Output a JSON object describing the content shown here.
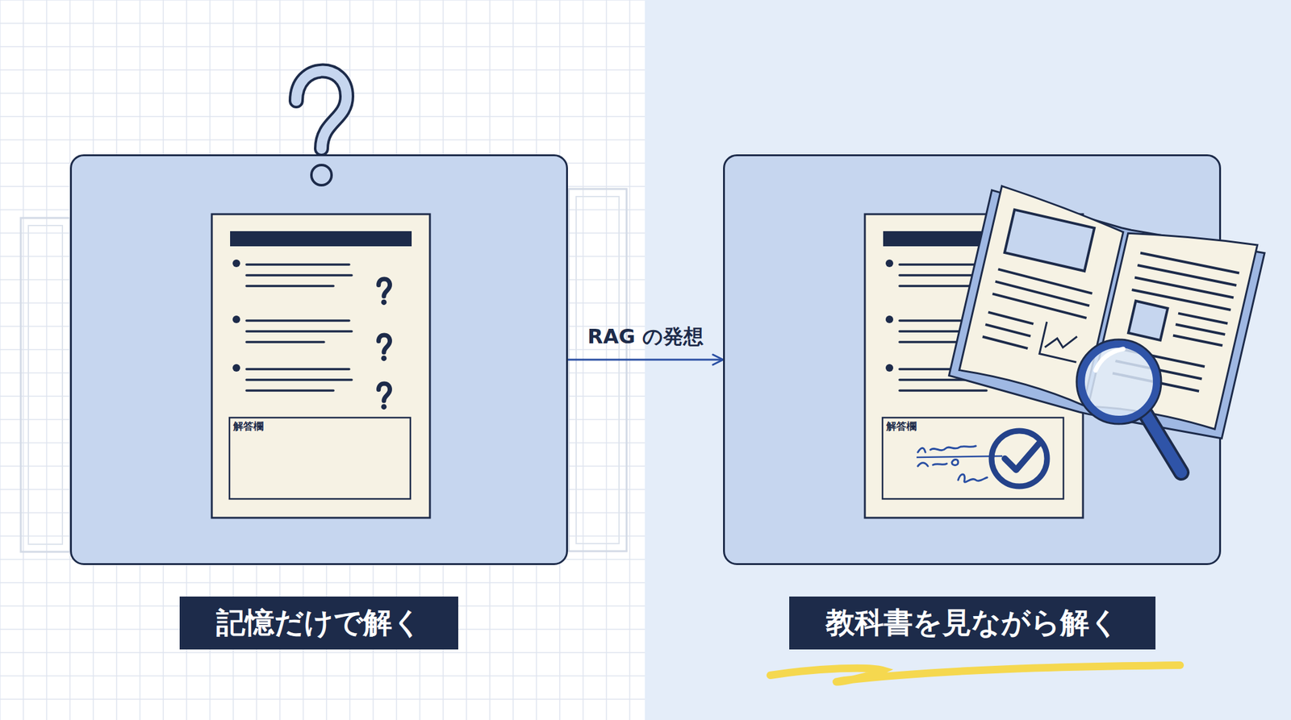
{
  "diagram": {
    "nodes": [
      {
        "text": [
          "記憶だけで解く"
        ]
      },
      {
        "text": [
          "解答欄"
        ],
        "in": 0
      },
      {
        "text": [
          "教科書を見ながら解く"
        ]
      },
      {
        "text": [
          "解答欄"
        ],
        "in": 2
      }
    ],
    "edges": [
      {
        "from": 0,
        "to": 2,
        "arrow": "to",
        "label": "RAG の発想"
      }
    ]
  }
}
